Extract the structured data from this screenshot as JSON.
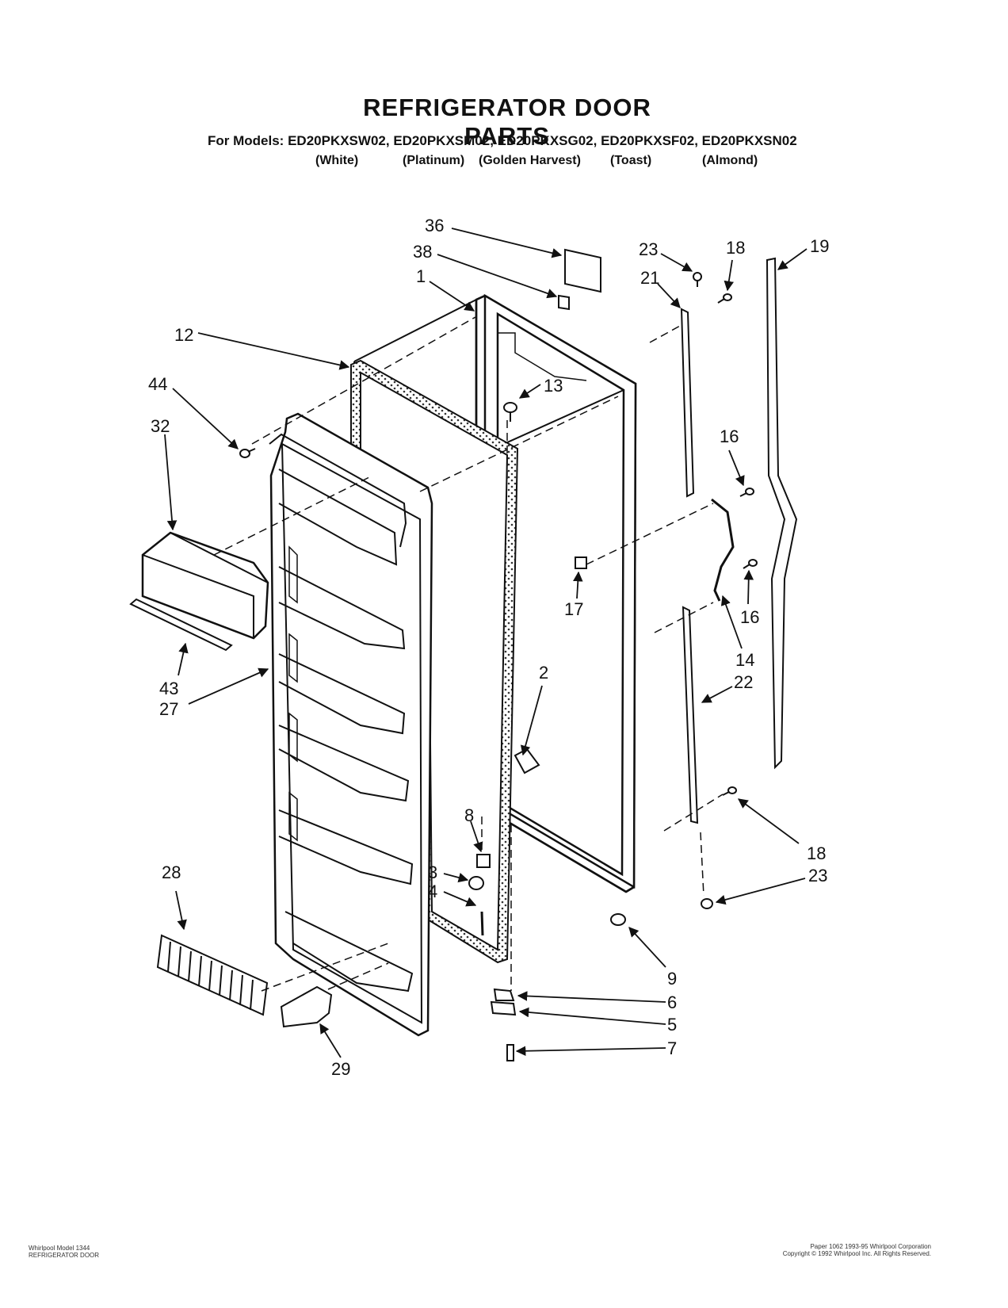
{
  "header": {
    "title": "REFRIGERATOR DOOR PARTS",
    "models_prefix": "For Models:",
    "models": [
      "ED20PKXSW02,",
      "ED20PKXSM02,",
      "ED20PKXSG02,",
      "ED20PKXSF02,",
      "ED20PKXSN02"
    ],
    "colors": [
      "(White)",
      "(Platinum)",
      "(Golden Harvest)",
      "(Toast)",
      "(Almond)"
    ]
  },
  "part_labels": {
    "p36": "36",
    "p38": "38",
    "p1": "1",
    "p12": "12",
    "p44": "44",
    "p32": "32",
    "p13": "13",
    "p23a": "23",
    "p18a": "18",
    "p19": "19",
    "p21": "21",
    "p16a": "16",
    "p16b": "16",
    "p17": "17",
    "p14": "14",
    "p22": "22",
    "p43": "43",
    "p27": "27",
    "p2": "2",
    "p8": "8",
    "p3": "3",
    "p4": "4",
    "p18b": "18",
    "p23b": "23",
    "p28": "28",
    "p9": "9",
    "p6": "6",
    "p5": "5",
    "p7": "7",
    "p29": "29"
  },
  "footer": {
    "left_line1": "Whirlpool Model 1344",
    "left_line2": "REFRIGERATOR DOOR",
    "right_line1": "Paper 1062 1993-95 Whirlpool Corporation",
    "right_line2": "Copyright © 1992 Whirlpool Inc. All Rights Reserved."
  }
}
